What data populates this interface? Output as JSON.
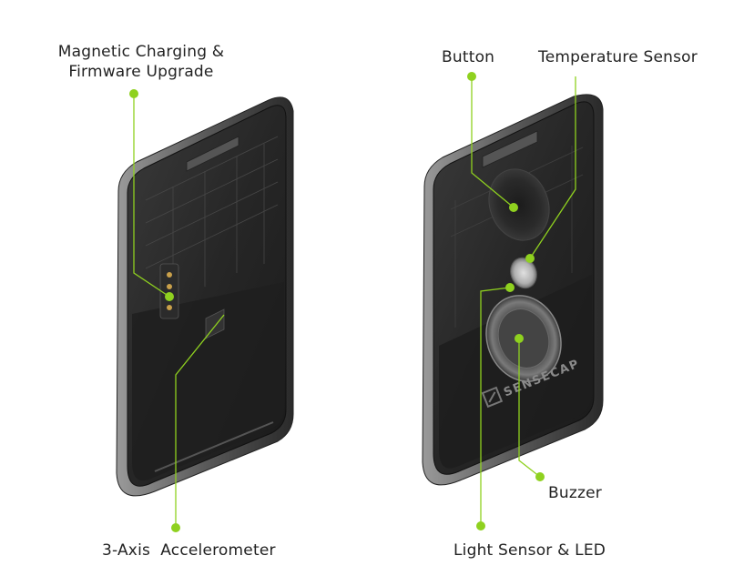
{
  "brand": "SENSECAP",
  "accent_color": "#8fd11f",
  "device_color": "#2e2e2e",
  "labels": {
    "magnetic_charging": {
      "line1": "Magnetic Charging &",
      "line2": "Firmware Upgrade"
    },
    "accelerometer": "3-Axis  Accelerometer",
    "button": "Button",
    "temperature_sensor": "Temperature Sensor",
    "buzzer": "Buzzer",
    "light_sensor_led": "Light Sensor & LED"
  }
}
